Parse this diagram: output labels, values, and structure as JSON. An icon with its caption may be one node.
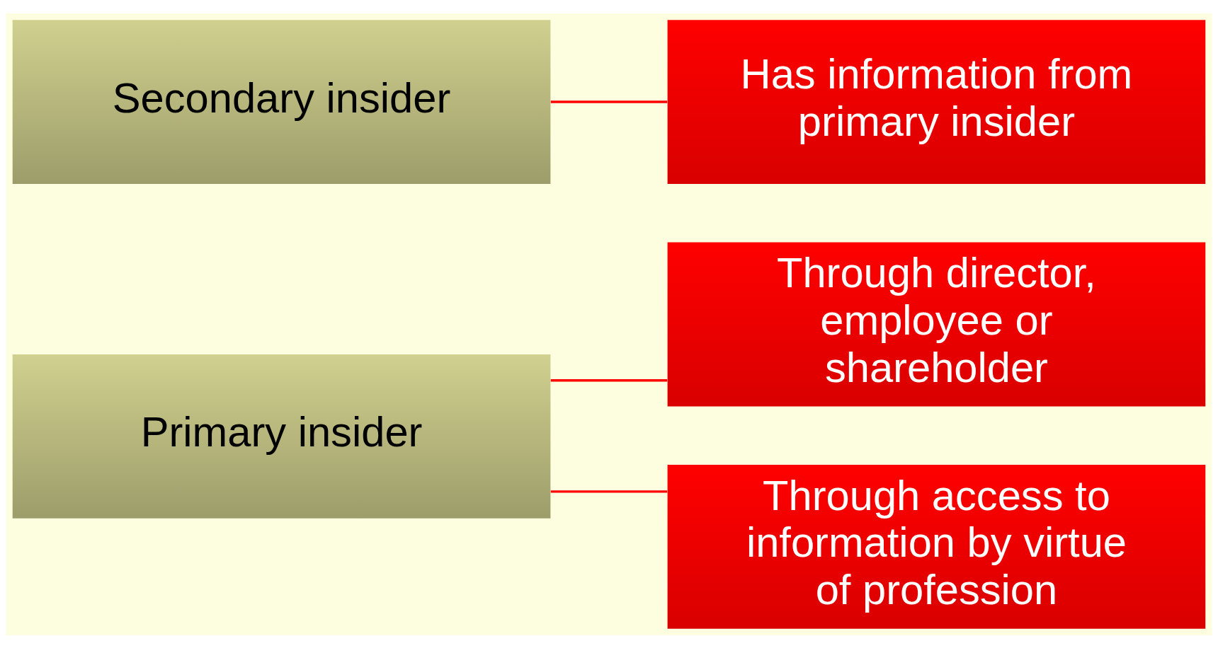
{
  "diagram": {
    "nodes": [
      {
        "text": [
          "Primary insider"
        ]
      },
      {
        "text": [
          "Through director, employee or shareholder"
        ]
      },
      {
        "text": [
          "Through access to information by virtue of profession"
        ]
      },
      {
        "text": [
          "Secondary insider"
        ]
      },
      {
        "text": [
          "Has information from primary insider"
        ]
      }
    ],
    "edges": [
      {
        "from": 0,
        "to": 1,
        "arrow": "none"
      },
      {
        "from": 0,
        "to": 2,
        "arrow": "none"
      },
      {
        "from": 3,
        "to": 4,
        "arrow": "none"
      }
    ]
  }
}
